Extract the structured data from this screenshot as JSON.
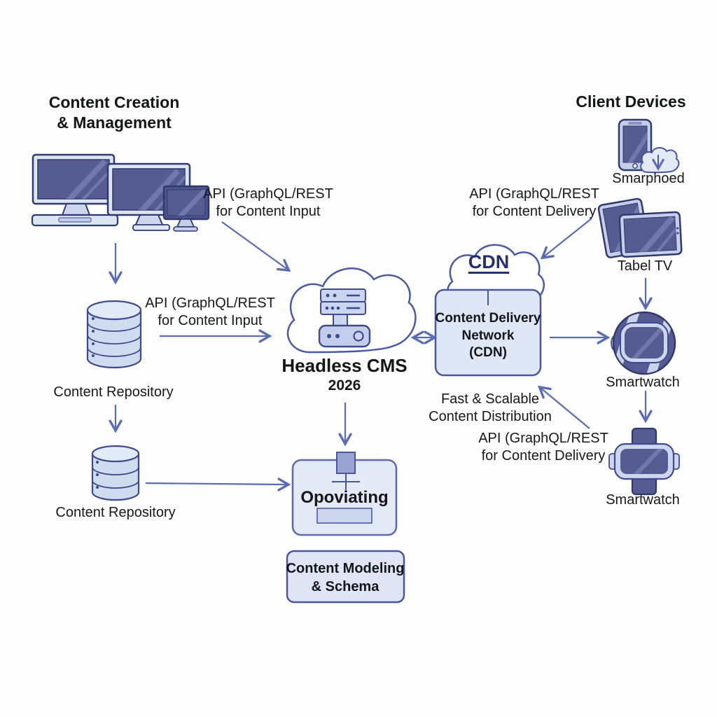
{
  "left": {
    "heading": [
      "Content Creation",
      "& Management"
    ],
    "api_input_top": [
      "API (GraphQL/REST",
      "for Content Input"
    ],
    "api_input_mid": [
      "API (GraphQL/REST",
      "for Content Input"
    ],
    "repository_top": "Content Repository",
    "repository_bottom": "Content Repository"
  },
  "center": {
    "cms_title": "Headless CMS",
    "cms_year": "2026",
    "operations_box": "Opoviating",
    "modeling_box": [
      "Content Modeling",
      "& Schema"
    ]
  },
  "cdn": {
    "cloud": "CDN",
    "box": [
      "Content Delivery",
      "Network",
      "(CDN)"
    ],
    "fast": [
      "Fast & Scalable",
      "Content Distribution"
    ],
    "api_delivery_top": [
      "API (GraphQL/REST",
      "for Content Delivery"
    ],
    "api_delivery_bottom": [
      "API (GraphQL/REST",
      "for Content Delivery"
    ]
  },
  "right": {
    "heading": "Client Devices",
    "smartphone_label": "Smarphoed",
    "tablet_label": "Tabel TV",
    "smartwatch_label_1": "Smartwatch",
    "smartwatch_label_2": "Smartwatch"
  },
  "icons": {
    "desktop-monitors-icon": "three desktop monitors",
    "database-icon": "stacked-cylinder content repository",
    "cloud-icon": "cloud outline",
    "server-icon": "rack server in cloud",
    "cdn-cloud-icon": "CDN cloud",
    "smartphone-icon": "smartphone with sync cloud",
    "cloud-download-icon": "small cloud with down arrow",
    "tablet-icon": "two overlapping tablets",
    "round-smartwatch-icon": "round smartwatch",
    "square-smartwatch-icon": "square smartwatch",
    "flag-tag-icon": "square tag with pole on operations box",
    "arrow-icon": "blue connector arrow"
  },
  "palette": {
    "arrow": "#5a6cb2",
    "outline": "#2f3a6e",
    "screen": "#565c91",
    "device_frame": "#c6cfe9",
    "cloud_stroke": "#4a5aa5",
    "panel_fill": "#dfe6f5",
    "node_fill": "#e4e9f6",
    "db_fill": "#cfdcf0",
    "text": "#17181d",
    "cdn_text": "#27306b"
  }
}
